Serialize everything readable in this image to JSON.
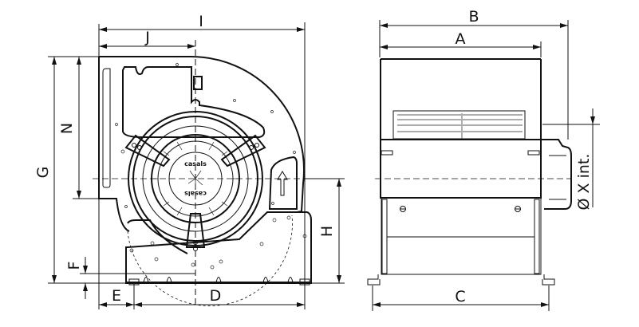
{
  "drawing": {
    "dimension_labels": {
      "I": "I",
      "J": "J",
      "G": "G",
      "N": "N",
      "F": "F",
      "E": "E",
      "D": "D",
      "H": "H",
      "B": "B",
      "A": "A",
      "C": "C",
      "X": "Ø X int."
    },
    "logo_text": "casals"
  }
}
